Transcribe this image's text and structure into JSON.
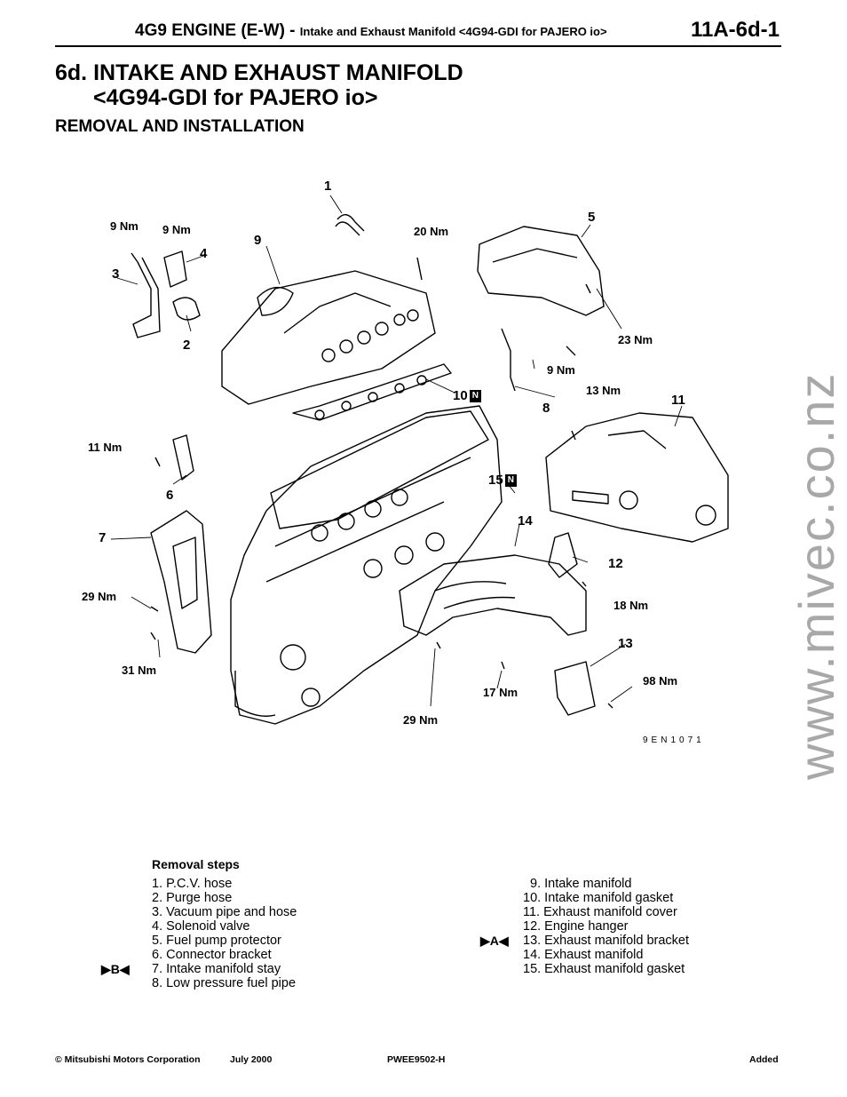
{
  "header": {
    "engine": "4G9 ENGINE (E-W) -",
    "subtitle": "Intake and Exhaust Manifold <4G94-GDI for PAJERO io>",
    "page_number": "11A-6d-1"
  },
  "title": {
    "line1": "6d. INTAKE AND EXHAUST MANIFOLD",
    "line2": "<4G94-GDI for PAJERO io>"
  },
  "section_heading": "REMOVAL AND INSTALLATION",
  "watermark": "www.mivec.co.nz",
  "diagram": {
    "callouts": [
      "1",
      "2",
      "3",
      "4",
      "5",
      "6",
      "7",
      "8",
      "9",
      "10",
      "11",
      "12",
      "13",
      "14",
      "15"
    ],
    "torques": {
      "t9a": "9 Nm",
      "t9b": "9 Nm",
      "t20": "20 Nm",
      "t23": "23 Nm",
      "t9c": "9 Nm",
      "t13": "13 Nm",
      "t11": "11 Nm",
      "t29a": "29 Nm",
      "t31": "31 Nm",
      "t18": "18 Nm",
      "t98": "98 Nm",
      "t17": "17 Nm",
      "t29b": "29 Nm"
    },
    "n_mark": "N",
    "figure_code": "9EN1071"
  },
  "removal": {
    "title": "Removal steps",
    "left_steps": [
      "1. P.C.V. hose",
      "2. Purge hose",
      "3. Vacuum pipe and hose",
      "4. Solenoid valve",
      "5. Fuel pump protector",
      "6. Connector bracket",
      "7. Intake manifold stay",
      "8. Low pressure fuel pipe"
    ],
    "right_steps": [
      "9. Intake manifold",
      "10. Intake manifold gasket",
      "11. Exhaust manifold cover",
      "12. Engine hanger",
      "13. Exhaust manifold bracket",
      "14. Exhaust manifold",
      "15. Exhaust manifold gasket"
    ],
    "marker_b": "▶B◀",
    "marker_a": "▶A◀"
  },
  "footer": {
    "copyright": "© Mitsubishi Motors Corporation",
    "date": "July 2000",
    "code": "PWEE9502-H",
    "status": "Added"
  }
}
